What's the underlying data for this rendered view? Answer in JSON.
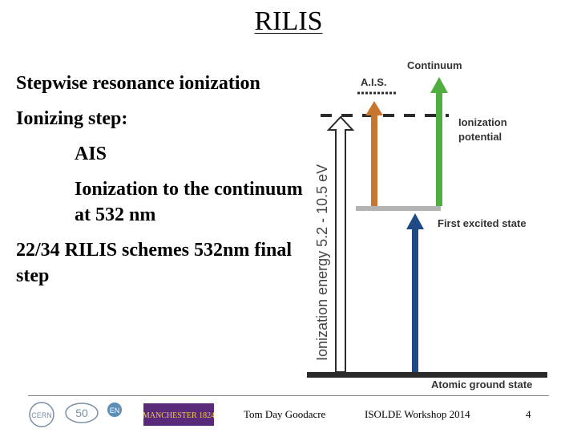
{
  "title": "RILIS",
  "bullets": {
    "b1": "Stepwise resonance ionization",
    "b2": "Ionizing step:",
    "b2a": "AIS",
    "b2b": "Ionization to the continuum at 532 nm",
    "b3": "22/34 RILIS schemes 532nm final step"
  },
  "diagram": {
    "continuum": "Continuum",
    "ais": "A.I.S.",
    "ionization_potential_1": "Ionization",
    "ionization_potential_2": "potential",
    "first_excited": "First excited state",
    "ground": "Atomic ground state",
    "y_axis": "Ionization energy 5.2 - 10.5 eV",
    "colors": {
      "orange": "#c8762e",
      "green": "#4fae3f",
      "blue": "#1f4a86",
      "dark": "#2b2b2b",
      "gray": "#b3b3b3"
    }
  },
  "footer": {
    "author": "Tom Day Goodacre",
    "event": "ISOLDE Workshop 2014",
    "page": "4",
    "logos": [
      "CERN",
      "50",
      "EN",
      "MANCHESTER 1824"
    ]
  }
}
